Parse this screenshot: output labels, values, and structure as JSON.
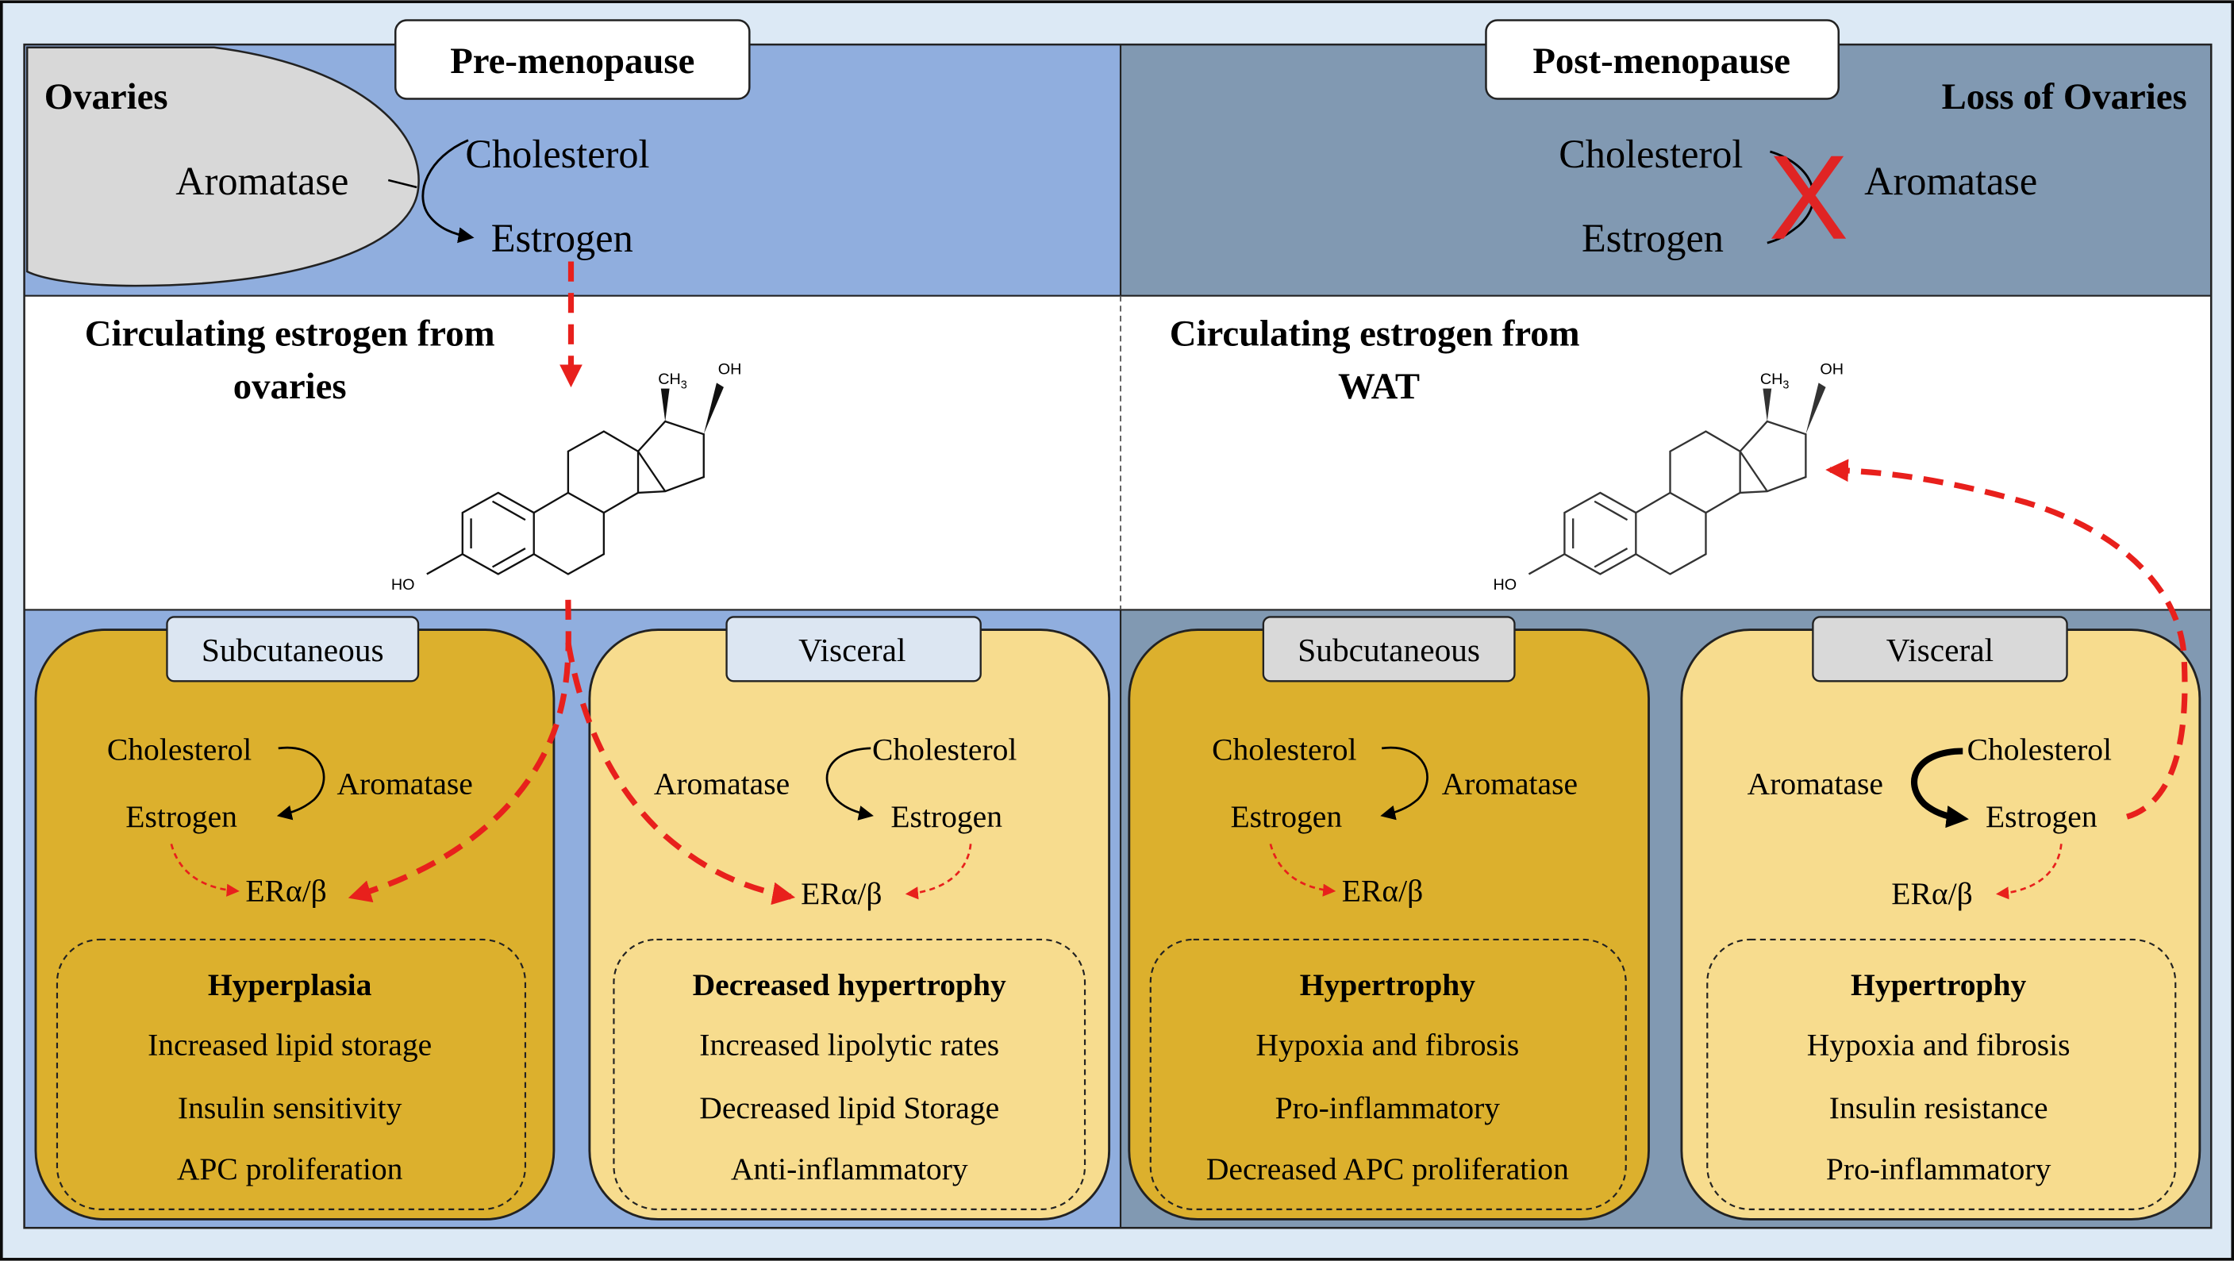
{
  "colors": {
    "pre_panel": "#90aede",
    "post_panel": "#8199b2",
    "subcutaneous_box": "#dcb02d",
    "visceral_box": "#f7dc8e",
    "ovary": "#d8d8d8",
    "label_pre": "#dce6f2",
    "label_post_visceral": "#d9d9d9",
    "arrow_red": "#e8201c",
    "cross_red": "#e02424",
    "frame_bg": "#dce9f5"
  },
  "pre": {
    "title": "Pre-menopause",
    "ovaries_label": "Ovaries",
    "aromatase": "Aromatase",
    "cholesterol": "Cholesterol",
    "estrogen": "Estrogen",
    "circulating_line1": "Circulating estrogen from",
    "circulating_line2": "ovaries",
    "subcutaneous": {
      "label": "Subcutaneous",
      "cholesterol": "Cholesterol",
      "aromatase": "Aromatase",
      "estrogen": "Estrogen",
      "er": "ERα/β",
      "effect_title": "Hyperplasia",
      "effects": [
        "Increased lipid storage",
        "Insulin sensitivity",
        "APC proliferation"
      ]
    },
    "visceral": {
      "label": "Visceral",
      "cholesterol": "Cholesterol",
      "aromatase": "Aromatase",
      "estrogen": "Estrogen",
      "er": "ERα/β",
      "effect_title": "Decreased hypertrophy",
      "effects": [
        "Increased lipolytic rates",
        "Decreased lipid Storage",
        "Anti-inflammatory"
      ]
    }
  },
  "post": {
    "title": "Post-menopause",
    "loss_label": "Loss of Ovaries",
    "aromatase": "Aromatase",
    "cholesterol": "Cholesterol",
    "estrogen": "Estrogen",
    "cross": "X",
    "circulating_line1": "Circulating estrogen from",
    "circulating_line2": "WAT",
    "subcutaneous": {
      "label": "Subcutaneous",
      "cholesterol": "Cholesterol",
      "aromatase": "Aromatase",
      "estrogen": "Estrogen",
      "er": "ERα/β",
      "effect_title": "Hypertrophy",
      "effects": [
        "Hypoxia and fibrosis",
        "Pro-inflammatory",
        "Decreased APC proliferation"
      ]
    },
    "visceral": {
      "label": "Visceral",
      "cholesterol": "Cholesterol",
      "aromatase": "Aromatase",
      "estrogen": "Estrogen",
      "er": "ERα/β",
      "effect_title": "Hypertrophy",
      "effects": [
        "Hypoxia and fibrosis",
        "Insulin resistance",
        "Pro-inflammatory"
      ]
    }
  },
  "molecule": {
    "ch3": "CH",
    "ch3_sub": "3",
    "oh": "OH",
    "ho": "HO"
  }
}
